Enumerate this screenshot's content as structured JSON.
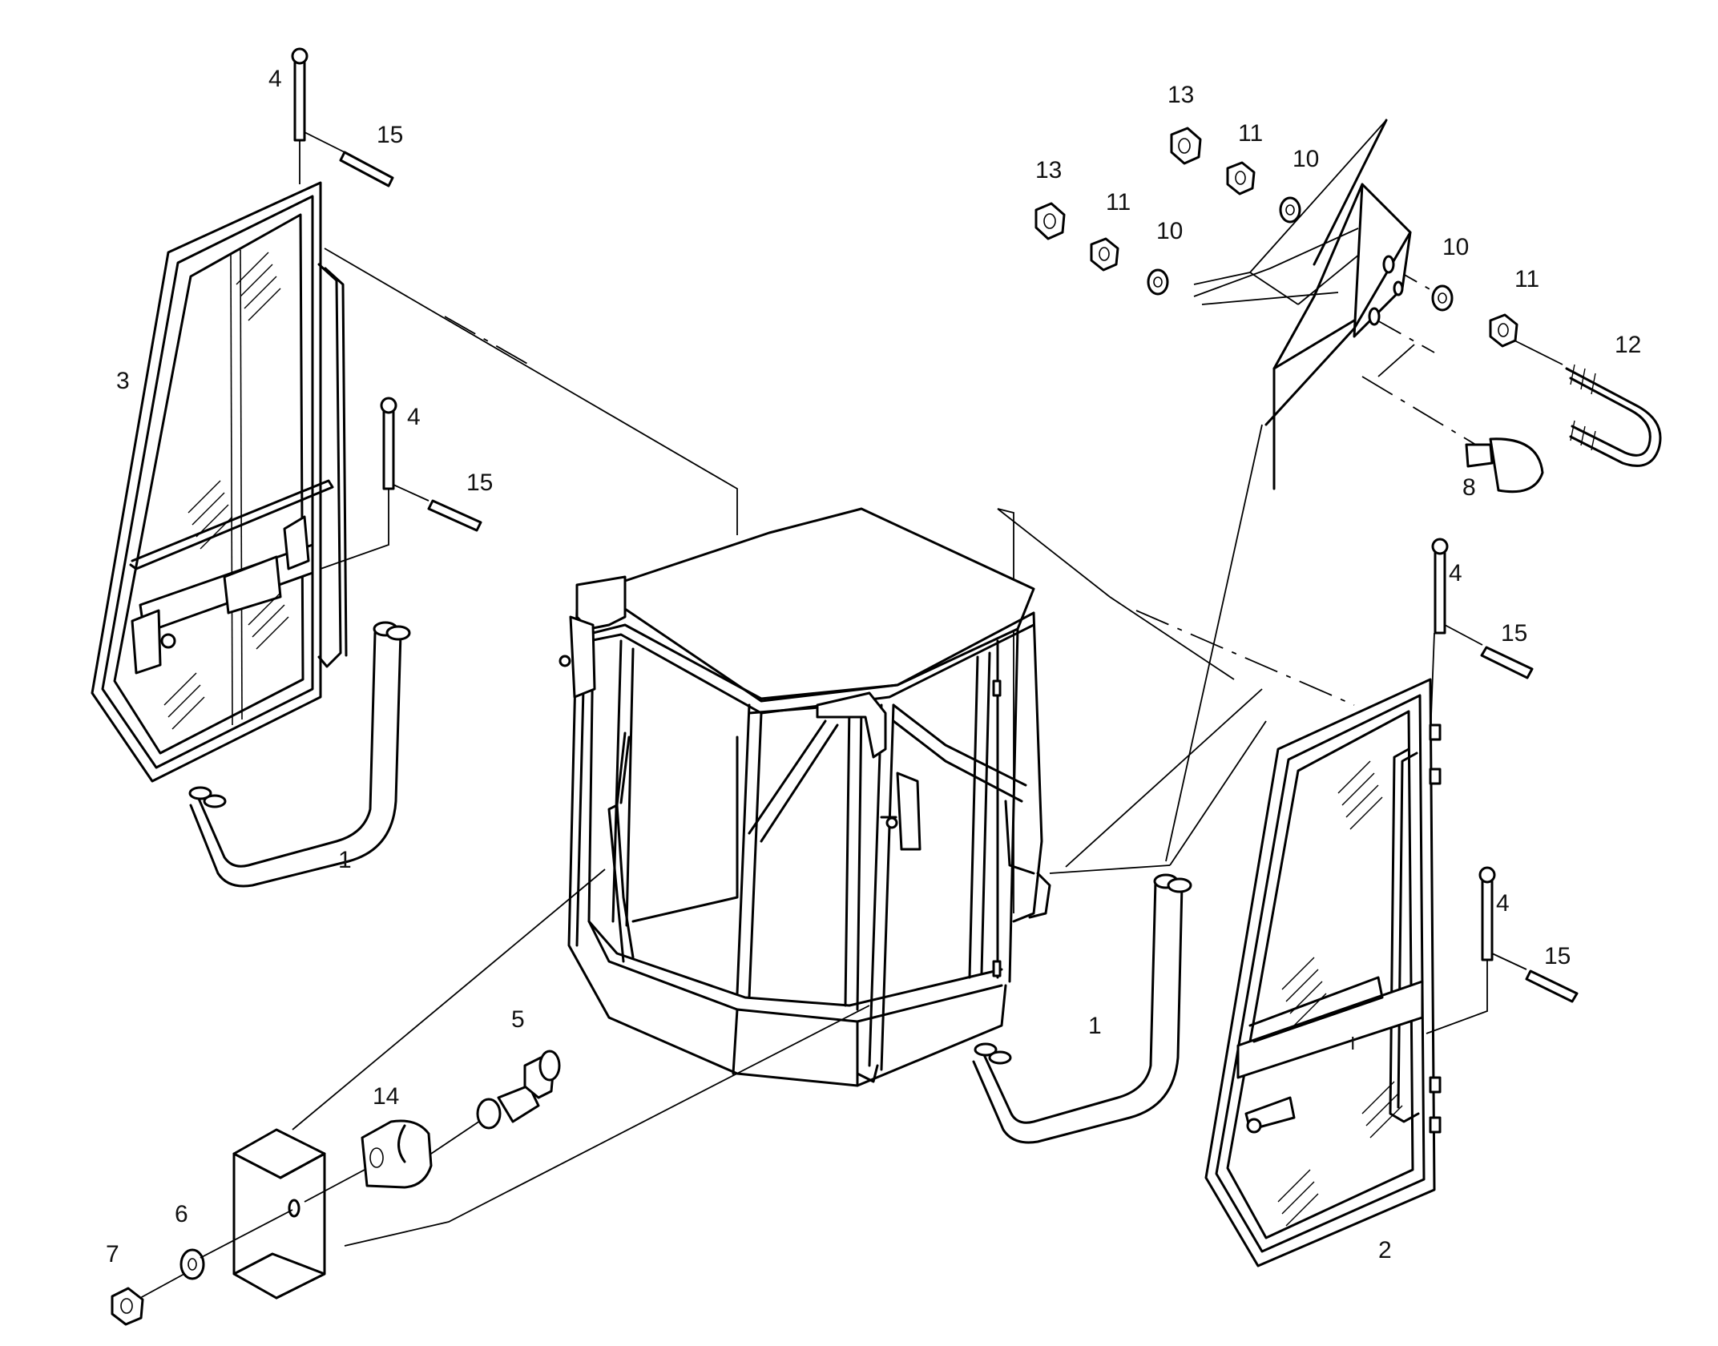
{
  "callouts": [
    {
      "id": "c-4-a",
      "text": "4"
    },
    {
      "id": "c-15-a",
      "text": "15"
    },
    {
      "id": "c-3",
      "text": "3"
    },
    {
      "id": "c-4-b",
      "text": "4"
    },
    {
      "id": "c-15-b",
      "text": "15"
    },
    {
      "id": "c-1-a",
      "text": "1"
    },
    {
      "id": "c-13-a",
      "text": "13"
    },
    {
      "id": "c-11-a",
      "text": "11"
    },
    {
      "id": "c-10-a",
      "text": "10"
    },
    {
      "id": "c-13-b",
      "text": "13"
    },
    {
      "id": "c-11-b",
      "text": "11"
    },
    {
      "id": "c-10-b",
      "text": "10"
    },
    {
      "id": "c-10-c",
      "text": "10"
    },
    {
      "id": "c-11-c",
      "text": "11"
    },
    {
      "id": "c-12",
      "text": "12"
    },
    {
      "id": "c-8",
      "text": "8"
    },
    {
      "id": "c-4-c",
      "text": "4"
    },
    {
      "id": "c-15-c",
      "text": "15"
    },
    {
      "id": "c-4-d",
      "text": "4"
    },
    {
      "id": "c-15-d",
      "text": "15"
    },
    {
      "id": "c-1-b",
      "text": "1"
    },
    {
      "id": "c-2",
      "text": "2"
    },
    {
      "id": "c-5",
      "text": "5"
    },
    {
      "id": "c-14",
      "text": "14"
    },
    {
      "id": "c-6",
      "text": "6"
    },
    {
      "id": "c-7",
      "text": "7"
    }
  ]
}
